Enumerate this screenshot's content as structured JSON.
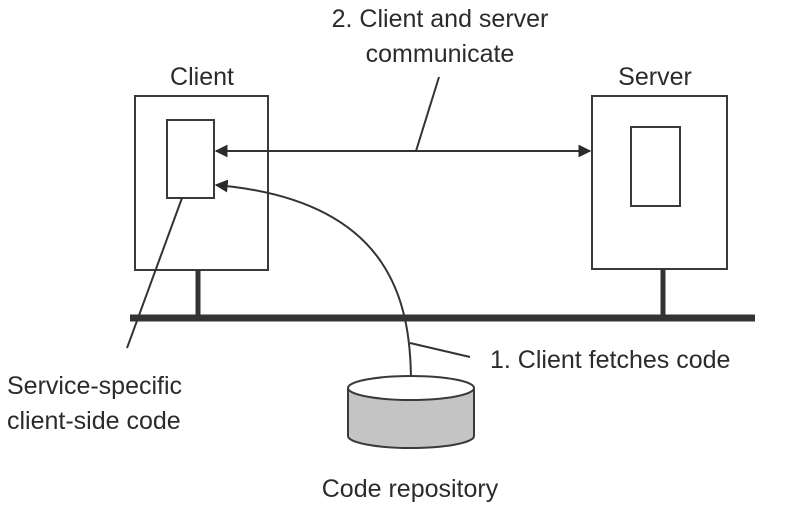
{
  "diagram": {
    "client": {
      "label": "Client"
    },
    "server": {
      "label": "Server"
    },
    "communicate": {
      "line1": "2. Client and server",
      "line2": "communicate"
    },
    "fetch": {
      "label": "1. Client fetches code"
    },
    "client_code": {
      "line1": "Service-specific",
      "line2": "client-side code"
    },
    "repository": {
      "label": "Code repository"
    },
    "colors": {
      "stroke": "#333333",
      "text": "#2b2b2b",
      "cylinder_fill": "#c4c4c4",
      "background": "#ffffff"
    }
  }
}
